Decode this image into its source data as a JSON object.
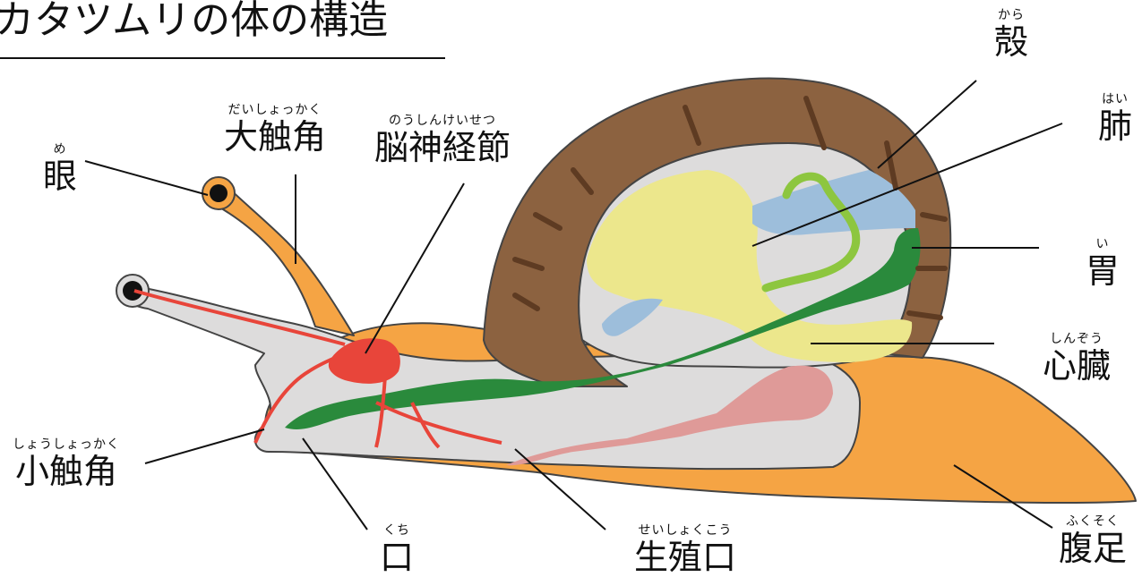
{
  "title": "カタツムリの体の構造",
  "labels": {
    "eye": {
      "ruby": "め",
      "text": "眼"
    },
    "big_horn": {
      "ruby": "だいしょっかく",
      "text": "大触角"
    },
    "ganglion": {
      "ruby": "のうしんけいせつ",
      "text": "脳神経節"
    },
    "shell": {
      "ruby": "から",
      "text": "殻"
    },
    "lung": {
      "ruby": "はい",
      "text": "肺"
    },
    "stomach": {
      "ruby": "い",
      "text": "胃"
    },
    "heart": {
      "ruby": "しんぞう",
      "text": "心臓"
    },
    "small_horn": {
      "ruby": "しょうしょっかく",
      "text": "小触角"
    },
    "mouth": {
      "ruby": "くち",
      "text": "口"
    },
    "genital": {
      "ruby": "せいしょくこう",
      "text": "生殖口"
    },
    "foot": {
      "ruby": "ふくそく",
      "text": "腹足"
    }
  },
  "colors": {
    "shell": "#8c6240",
    "shell_band": "#5e3b22",
    "foot": "#f5a444",
    "body": "#dddcdc",
    "nerve": "#e8453a",
    "gut": "#2a8a3c",
    "lung": "#9dbedb",
    "liver": "#ece78c",
    "genital": "#df9a98",
    "intestine": "#8dc63f",
    "outline": "#444444"
  }
}
